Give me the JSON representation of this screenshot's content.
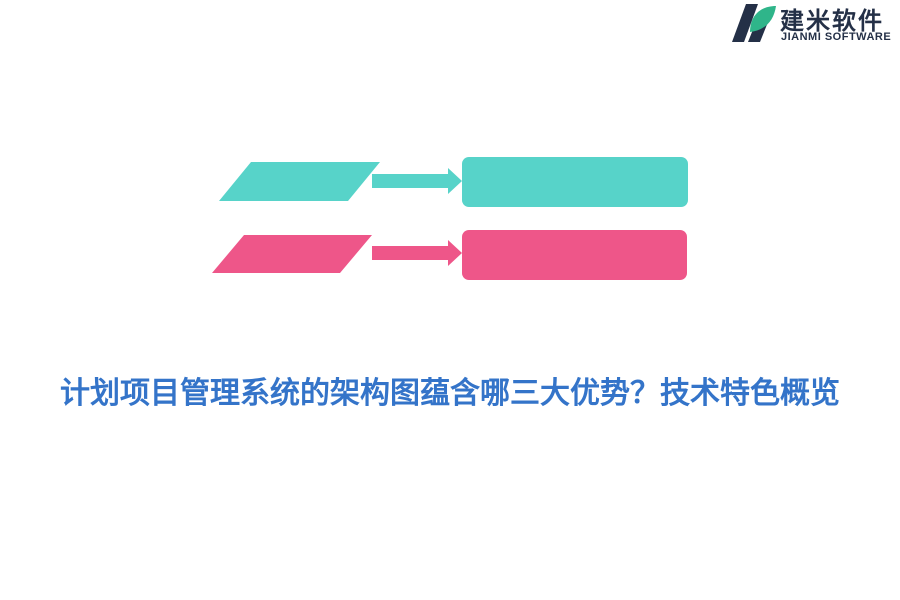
{
  "logo": {
    "name_cn": "建米软件",
    "name_en": "JIANMI SOFTWARE",
    "colors": {
      "dark": "#243047",
      "green": "#2fb58a"
    }
  },
  "diagram": {
    "rows": [
      {
        "color": "#57d3c9"
      },
      {
        "color": "#ee5689"
      }
    ]
  },
  "title": "计划项目管理系统的架构图蕴含哪三大优势？技术特色概览",
  "colors": {
    "title": "#3474c9",
    "teal": "#57d3c9",
    "pink": "#ee5689"
  }
}
